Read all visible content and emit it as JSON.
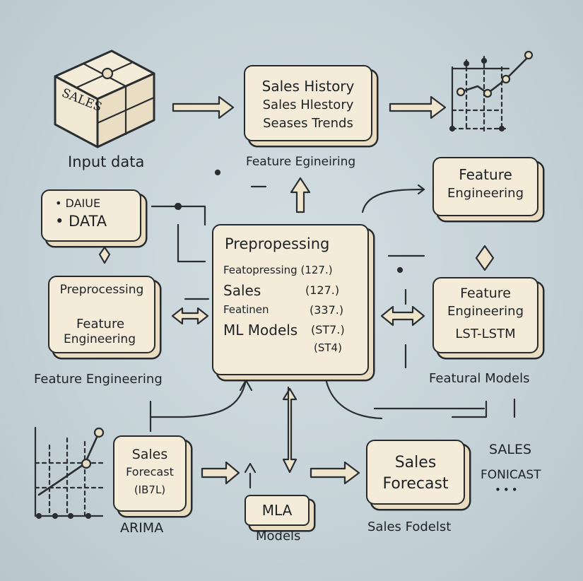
{
  "nodes": {
    "input_cube": {
      "text": "SALES"
    },
    "input_label": {
      "text": "Input data"
    },
    "history_box": {
      "line1": "Sales History",
      "line2": "Sales Hlestory",
      "line3": "Seases Trends"
    },
    "history_label": {
      "text": "Feature Egineiring"
    },
    "data_box": {
      "line1": "• DAIUE",
      "line2": "• DATA"
    },
    "fe_top_box": {
      "line1": "Feature",
      "line2": "Engineering"
    },
    "center_box": {
      "title": "Prepropessing",
      "row1": "Featopressing (127.)",
      "row2_name": "Sales",
      "row2_value": "(127.)",
      "row3_name": "Featinen",
      "row3_value": "(337.)",
      "row4_name": "ML Models",
      "row4_value": "(ST7.)",
      "row5_value": "(ST4)"
    },
    "left_prep_box": {
      "line1": "Preprocessing",
      "line2": "Feature",
      "line3": "Engineering"
    },
    "left_prep_label": {
      "text": "Feature Engineering"
    },
    "fe_right_box": {
      "line1": "Feature",
      "line2": "Engineering",
      "line3": "LST-LSTM"
    },
    "fe_right_label": {
      "text": "Featural Models"
    },
    "forecast_small_box": {
      "line1": "Sales",
      "line2": "Forecast",
      "line3": "(IB7L)"
    },
    "arima_label": {
      "text": "ARIMA"
    },
    "mla_box": {
      "text": "MLA"
    },
    "mla_label": {
      "text": "Models"
    },
    "forecast_box": {
      "line1": "Sales",
      "line2": "Forecast"
    },
    "forecast_label": {
      "text": "Sales Fodelst"
    },
    "sales_text": {
      "line1": "SALES",
      "line2": "FONICAST"
    }
  },
  "colors": {
    "background": "#c6d3d8",
    "box_fill": "#f4ecd9",
    "box_shadow": "#e9dcc0",
    "ink": "#262a2d"
  }
}
